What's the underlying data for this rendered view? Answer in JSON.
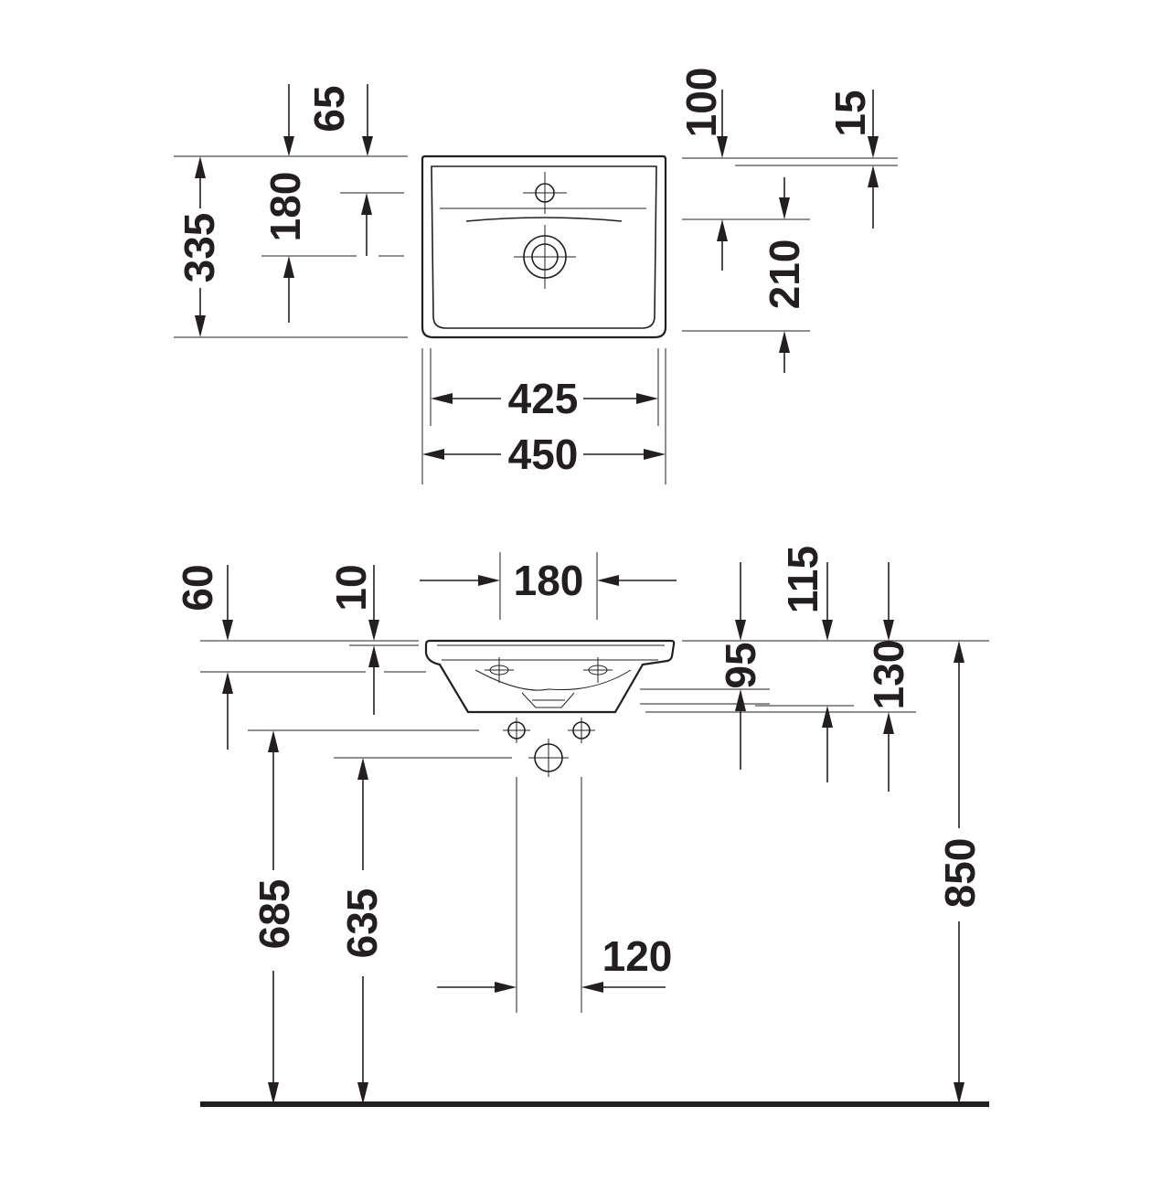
{
  "top_view": {
    "dims": {
      "d65": "65",
      "d100": "100",
      "d15": "15",
      "d335": "335",
      "d180": "180",
      "d210": "210",
      "d425": "425",
      "d450": "450"
    }
  },
  "side_view": {
    "dims": {
      "d180": "180",
      "d60": "60",
      "d10": "10",
      "d115": "115",
      "d95": "95",
      "d130": "130",
      "d685": "685",
      "d635": "635",
      "d120": "120",
      "d850": "850"
    }
  },
  "colors": {
    "ink": "#231f20",
    "background": "#ffffff"
  }
}
